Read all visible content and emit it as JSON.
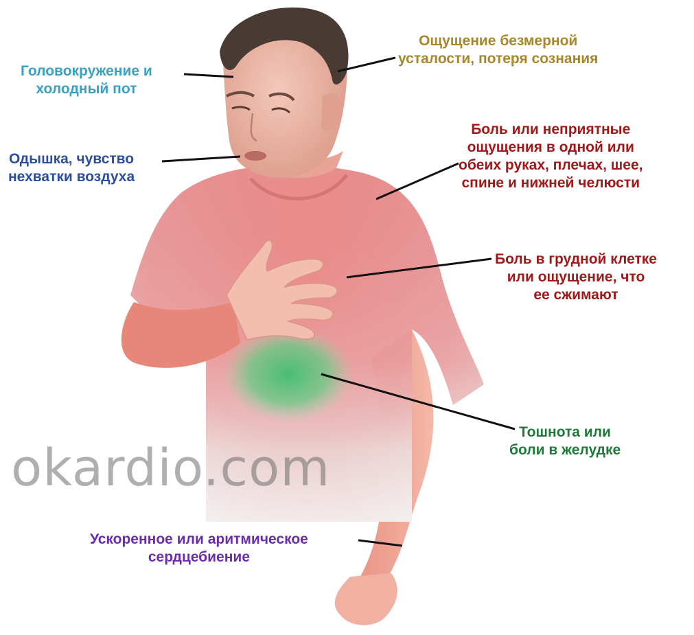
{
  "labels": {
    "dizziness": "Головокружение и\nхолодный пот",
    "fatigue": "Ощущение безмерной\nусталости, потеря сознания",
    "arm_pain": "Боль или неприятные\nощущения в одной или\nобеих руках, плечах, шее,\nспине и нижней челюсти",
    "breath": "Одышка, чувство\nнехватки воздуха",
    "chest_pain": "Боль в грудной клетке\nили ощущение, что\nее сжимают",
    "nausea": "Тошнота или\nболи в желудке",
    "heartbeat": "Ускоренное или аритмическое\nсердцебиение"
  },
  "watermark": "okardio.com",
  "colors": {
    "dizziness": "#3aa0c0",
    "fatigue": "#a8862a",
    "arm_pain": "#a01818",
    "breath": "#2a4f9e",
    "chest_pain": "#a01818",
    "nausea": "#1f7a3a",
    "heartbeat": "#6a2ca8",
    "shirt": "#e88a8a",
    "skin": "#f0b3a8",
    "stomach_highlight": "#4cc27a"
  }
}
